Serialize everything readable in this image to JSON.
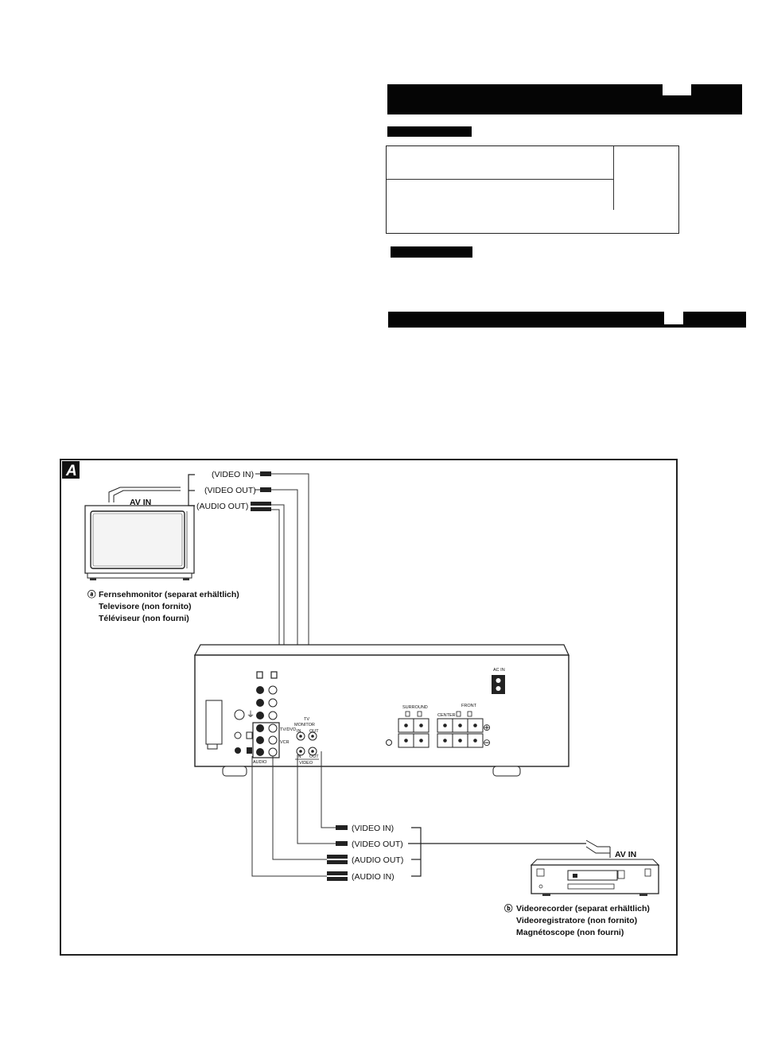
{
  "figure": {
    "letter": "A",
    "tv": {
      "marker": "ⓐ",
      "input_label": "AV IN",
      "captions": [
        "Fernsehmonitor (separat erhältlich)",
        "Televisore (non fornito)",
        "Téléviseur (non fourni)"
      ]
    },
    "vcr": {
      "marker": "ⓑ",
      "input_label": "AV IN",
      "captions": [
        "Videorecorder (separat erhältlich)",
        "Videoregistratore (non fornito)",
        "Magnétoscope (non fourni)"
      ]
    },
    "tv_cables": [
      "(VIDEO IN)",
      "(VIDEO OUT)",
      "(AUDIO OUT)"
    ],
    "vcr_cables": [
      "(VIDEO IN)",
      "(VIDEO OUT)",
      "(AUDIO OUT)",
      "(AUDIO IN)"
    ],
    "unit_labels": {
      "ac_in": "AC IN",
      "tv": "TV",
      "monitor": "MONITOR",
      "in": "IN",
      "out": "OUT",
      "video": "VIDEO",
      "tv_dvd": "TV/DVD",
      "vcr": "VCR",
      "audio": "AUDIO",
      "surround": "SURROUND",
      "front": "FRONT",
      "center": "CENTER",
      "plus": "⊕",
      "minus": "⊖"
    }
  }
}
